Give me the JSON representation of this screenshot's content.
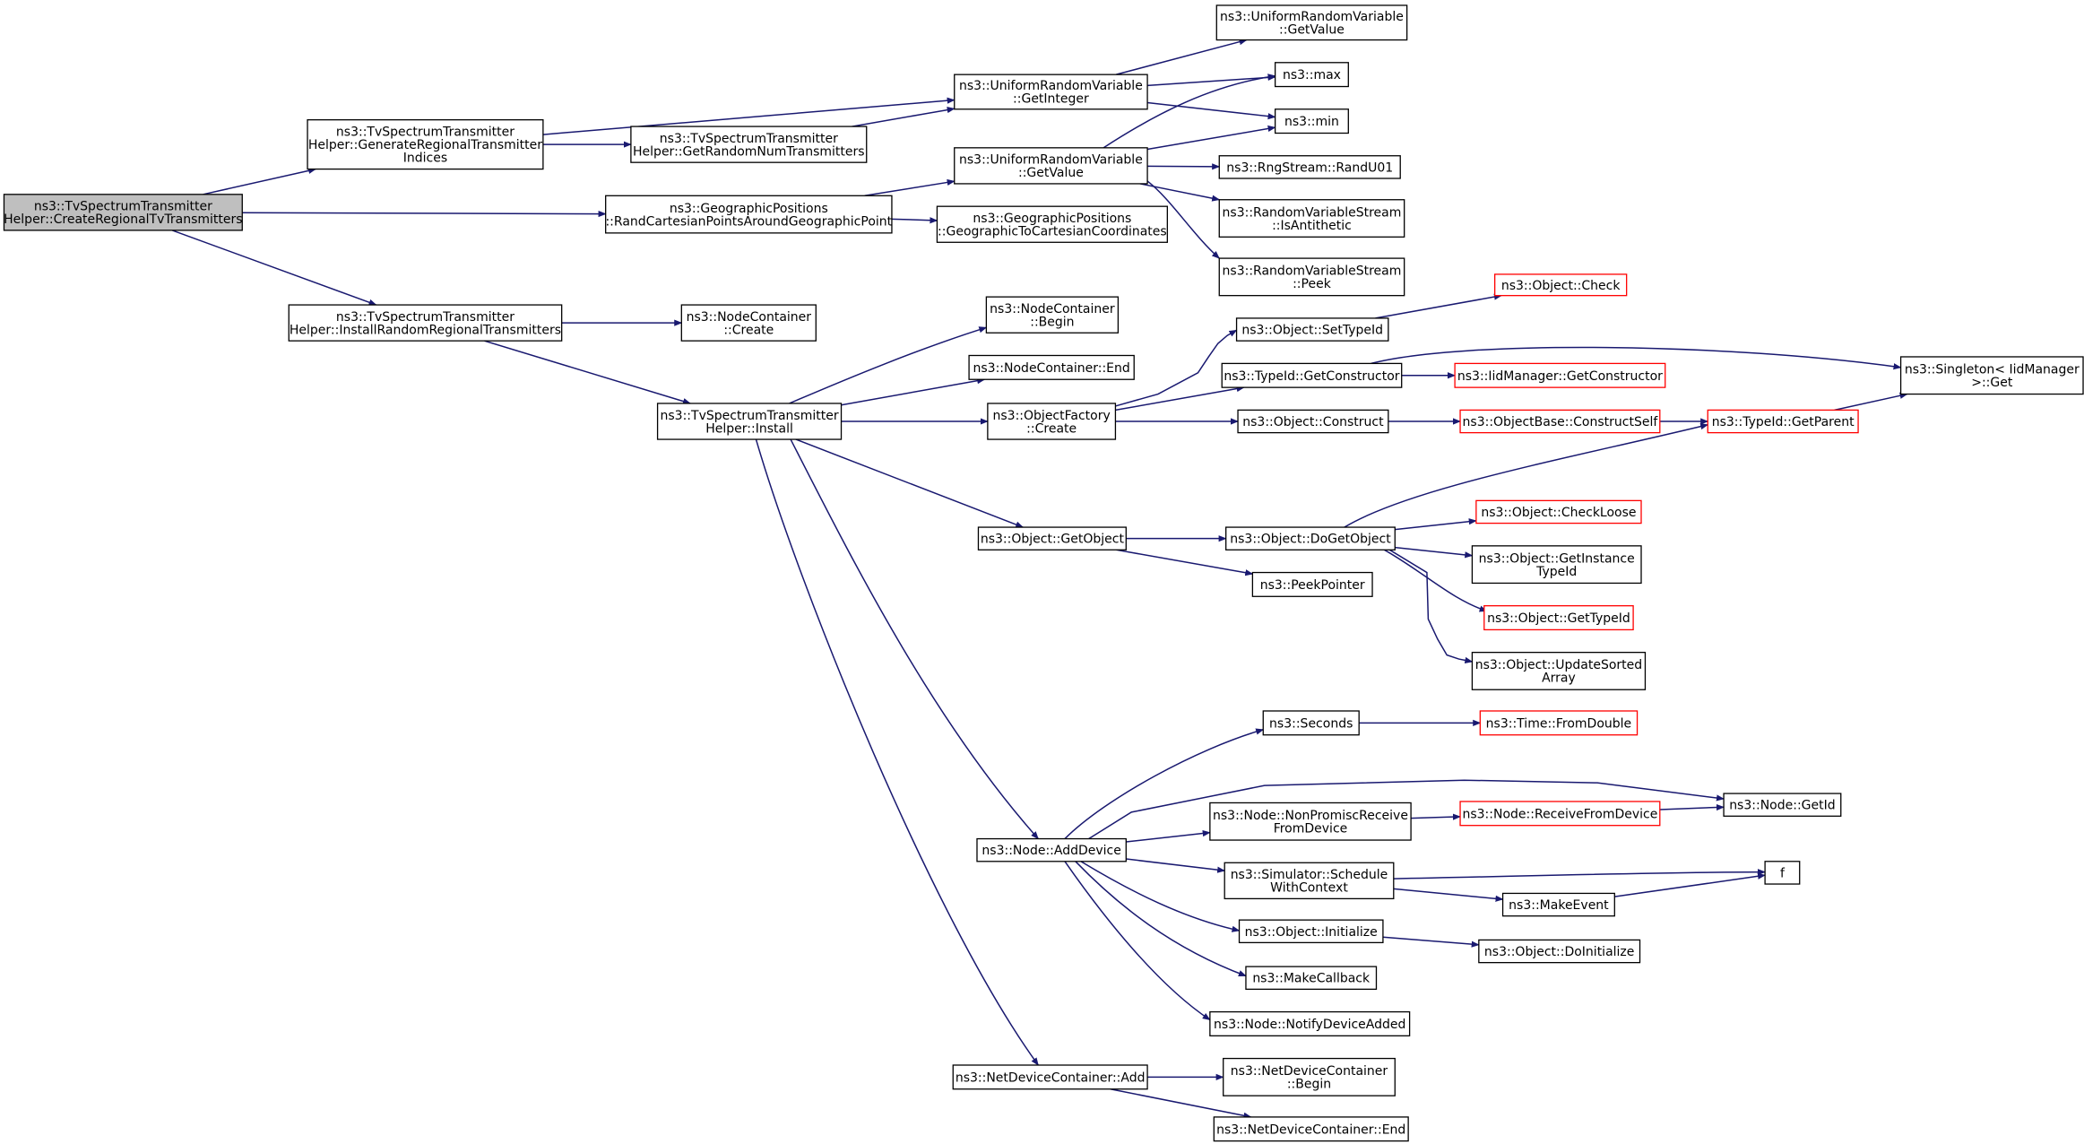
{
  "graph": {
    "edge_color": "#191970",
    "truncated_node_border_color": "#ff0000",
    "root_fill_color": "#bfbfbf",
    "nodes": [
      {
        "id": "root",
        "lines": [
          "ns3::TvSpectrumTransmitter",
          "Helper::CreateRegionalTvTransmitters"
        ],
        "style": "root"
      },
      {
        "id": "genIdx",
        "lines": [
          "ns3::TvSpectrumTransmitter",
          "Helper::GenerateRegionalTransmitter",
          "Indices"
        ],
        "style": "normal"
      },
      {
        "id": "randCart",
        "lines": [
          "ns3::GeographicPositions",
          "::RandCartesianPointsAroundGeographicPoint"
        ],
        "style": "normal"
      },
      {
        "id": "instRand",
        "lines": [
          "ns3::TvSpectrumTransmitter",
          "Helper::InstallRandomRegionalTransmitters"
        ],
        "style": "normal"
      },
      {
        "id": "getRandNum",
        "lines": [
          "ns3::TvSpectrumTransmitter",
          "Helper::GetRandomNumTransmitters"
        ],
        "style": "normal"
      },
      {
        "id": "uGetInt",
        "lines": [
          "ns3::UniformRandomVariable",
          "::GetInteger"
        ],
        "style": "normal"
      },
      {
        "id": "uGetVal",
        "lines": [
          "ns3::UniformRandomVariable",
          "::GetValue"
        ],
        "style": "normal"
      },
      {
        "id": "geoToCart",
        "lines": [
          "ns3::GeographicPositions",
          "::GeographicToCartesianCoordinates"
        ],
        "style": "normal"
      },
      {
        "id": "uGetValTop",
        "lines": [
          "ns3::UniformRandomVariable",
          "::GetValue"
        ],
        "style": "normal"
      },
      {
        "id": "max",
        "lines": [
          "ns3::max"
        ],
        "style": "normal"
      },
      {
        "id": "min",
        "lines": [
          "ns3::min"
        ],
        "style": "normal"
      },
      {
        "id": "randU01",
        "lines": [
          "ns3::RngStream::RandU01"
        ],
        "style": "normal"
      },
      {
        "id": "isAnti",
        "lines": [
          "ns3::RandomVariableStream",
          "::IsAntithetic"
        ],
        "style": "normal"
      },
      {
        "id": "peek",
        "lines": [
          "ns3::RandomVariableStream",
          "::Peek"
        ],
        "style": "normal"
      },
      {
        "id": "ncCreate",
        "lines": [
          "ns3::NodeContainer",
          "::Create"
        ],
        "style": "normal"
      },
      {
        "id": "install",
        "lines": [
          "ns3::TvSpectrumTransmitter",
          "Helper::Install"
        ],
        "style": "normal"
      },
      {
        "id": "ncBegin",
        "lines": [
          "ns3::NodeContainer",
          "::Begin"
        ],
        "style": "normal"
      },
      {
        "id": "ncEnd",
        "lines": [
          "ns3::NodeContainer::End"
        ],
        "style": "normal"
      },
      {
        "id": "ofCreate",
        "lines": [
          "ns3::ObjectFactory",
          "::Create"
        ],
        "style": "normal"
      },
      {
        "id": "getObject",
        "lines": [
          "ns3::Object::GetObject"
        ],
        "style": "normal"
      },
      {
        "id": "addDevice",
        "lines": [
          "ns3::Node::AddDevice"
        ],
        "style": "normal"
      },
      {
        "id": "ndcAdd",
        "lines": [
          "ns3::NetDeviceContainer::Add"
        ],
        "style": "normal"
      },
      {
        "id": "setTypeId",
        "lines": [
          "ns3::Object::SetTypeId"
        ],
        "style": "normal"
      },
      {
        "id": "getCtor",
        "lines": [
          "ns3::TypeId::GetConstructor"
        ],
        "style": "normal"
      },
      {
        "id": "construct",
        "lines": [
          "ns3::Object::Construct"
        ],
        "style": "normal"
      },
      {
        "id": "check",
        "lines": [
          "ns3::Object::Check"
        ],
        "style": "red"
      },
      {
        "id": "iidGetCtor",
        "lines": [
          "ns3::IidManager::GetConstructor"
        ],
        "style": "red"
      },
      {
        "id": "constructSelf",
        "lines": [
          "ns3::ObjectBase::ConstructSelf"
        ],
        "style": "red"
      },
      {
        "id": "getParent",
        "lines": [
          "ns3::TypeId::GetParent"
        ],
        "style": "red"
      },
      {
        "id": "singletonGet",
        "lines": [
          "ns3::Singleton< IidManager",
          ">::Get"
        ],
        "style": "normal"
      },
      {
        "id": "doGetObject",
        "lines": [
          "ns3::Object::DoGetObject"
        ],
        "style": "normal"
      },
      {
        "id": "peekPointer",
        "lines": [
          "ns3::PeekPointer"
        ],
        "style": "normal"
      },
      {
        "id": "checkLoose",
        "lines": [
          "ns3::Object::CheckLoose"
        ],
        "style": "red"
      },
      {
        "id": "getInstTypeId",
        "lines": [
          "ns3::Object::GetInstance",
          "TypeId"
        ],
        "style": "normal"
      },
      {
        "id": "getTypeId",
        "lines": [
          "ns3::Object::GetTypeId"
        ],
        "style": "red"
      },
      {
        "id": "updateSorted",
        "lines": [
          "ns3::Object::UpdateSorted",
          "Array"
        ],
        "style": "normal"
      },
      {
        "id": "seconds",
        "lines": [
          "ns3::Seconds"
        ],
        "style": "normal"
      },
      {
        "id": "fromDouble",
        "lines": [
          "ns3::Time::FromDouble"
        ],
        "style": "red"
      },
      {
        "id": "nonPromisc",
        "lines": [
          "ns3::Node::NonPromiscReceive",
          "FromDevice"
        ],
        "style": "normal"
      },
      {
        "id": "recvFromDev",
        "lines": [
          "ns3::Node::ReceiveFromDevice"
        ],
        "style": "red"
      },
      {
        "id": "nodeGetId",
        "lines": [
          "ns3::Node::GetId"
        ],
        "style": "normal"
      },
      {
        "id": "schedCtx",
        "lines": [
          "ns3::Simulator::Schedule",
          "WithContext"
        ],
        "style": "normal"
      },
      {
        "id": "f",
        "lines": [
          "f"
        ],
        "style": "normal"
      },
      {
        "id": "makeEvent",
        "lines": [
          "ns3::MakeEvent"
        ],
        "style": "normal"
      },
      {
        "id": "initialize",
        "lines": [
          "ns3::Object::Initialize"
        ],
        "style": "normal"
      },
      {
        "id": "doInitialize",
        "lines": [
          "ns3::Object::DoInitialize"
        ],
        "style": "normal"
      },
      {
        "id": "makeCallback",
        "lines": [
          "ns3::MakeCallback"
        ],
        "style": "normal"
      },
      {
        "id": "notifyDevAdded",
        "lines": [
          "ns3::Node::NotifyDeviceAdded"
        ],
        "style": "normal"
      },
      {
        "id": "ndcBegin",
        "lines": [
          "ns3::NetDeviceContainer",
          "::Begin"
        ],
        "style": "normal"
      },
      {
        "id": "ndcEnd",
        "lines": [
          "ns3::NetDeviceContainer::End"
        ],
        "style": "normal"
      }
    ],
    "edges": [
      [
        "root",
        "genIdx"
      ],
      [
        "root",
        "randCart"
      ],
      [
        "root",
        "instRand"
      ],
      [
        "genIdx",
        "uGetInt"
      ],
      [
        "genIdx",
        "getRandNum"
      ],
      [
        "getRandNum",
        "uGetInt"
      ],
      [
        "uGetInt",
        "uGetValTop"
      ],
      [
        "uGetInt",
        "max"
      ],
      [
        "uGetInt",
        "min"
      ],
      [
        "randCart",
        "uGetVal"
      ],
      [
        "randCart",
        "geoToCart"
      ],
      [
        "uGetVal",
        "max"
      ],
      [
        "uGetVal",
        "min"
      ],
      [
        "uGetVal",
        "randU01"
      ],
      [
        "uGetVal",
        "isAnti"
      ],
      [
        "uGetVal",
        "peek"
      ],
      [
        "instRand",
        "ncCreate"
      ],
      [
        "instRand",
        "install"
      ],
      [
        "install",
        "ncBegin"
      ],
      [
        "install",
        "ncEnd"
      ],
      [
        "install",
        "ofCreate"
      ],
      [
        "install",
        "getObject"
      ],
      [
        "install",
        "addDevice"
      ],
      [
        "install",
        "ndcAdd"
      ],
      [
        "ofCreate",
        "setTypeId"
      ],
      [
        "ofCreate",
        "getCtor"
      ],
      [
        "ofCreate",
        "construct"
      ],
      [
        "setTypeId",
        "check"
      ],
      [
        "getCtor",
        "iidGetCtor"
      ],
      [
        "getCtor",
        "singletonGet"
      ],
      [
        "construct",
        "constructSelf"
      ],
      [
        "constructSelf",
        "getParent"
      ],
      [
        "getParent",
        "singletonGet"
      ],
      [
        "getObject",
        "doGetObject"
      ],
      [
        "getObject",
        "peekPointer"
      ],
      [
        "doGetObject",
        "getParent"
      ],
      [
        "doGetObject",
        "checkLoose"
      ],
      [
        "doGetObject",
        "getInstTypeId"
      ],
      [
        "doGetObject",
        "getTypeId"
      ],
      [
        "doGetObject",
        "updateSorted"
      ],
      [
        "addDevice",
        "seconds"
      ],
      [
        "addDevice",
        "nodeGetId"
      ],
      [
        "addDevice",
        "nonPromisc"
      ],
      [
        "addDevice",
        "schedCtx"
      ],
      [
        "addDevice",
        "initialize"
      ],
      [
        "addDevice",
        "makeCallback"
      ],
      [
        "addDevice",
        "notifyDevAdded"
      ],
      [
        "seconds",
        "fromDouble"
      ],
      [
        "nonPromisc",
        "recvFromDev"
      ],
      [
        "recvFromDev",
        "nodeGetId"
      ],
      [
        "schedCtx",
        "f"
      ],
      [
        "schedCtx",
        "makeEvent"
      ],
      [
        "makeEvent",
        "f"
      ],
      [
        "initialize",
        "doInitialize"
      ],
      [
        "ndcAdd",
        "ndcBegin"
      ],
      [
        "ndcAdd",
        "ndcEnd"
      ]
    ]
  }
}
